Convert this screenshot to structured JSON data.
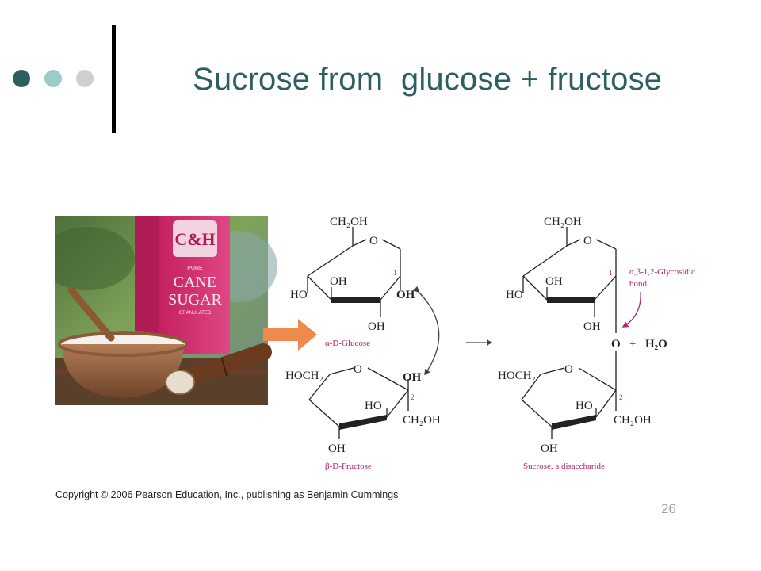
{
  "slide": {
    "title": "Sucrose from  glucose + fructose",
    "slide_number": "26",
    "copyright": "Copyright © 2006 Pearson Education, Inc., publishing as Benjamin Cummings",
    "accent_color": "#2e5f60",
    "decor_colors": [
      "#2e5f60",
      "#9dcaca",
      "#cfcfcf"
    ]
  },
  "photo": {
    "box_logo": "C&H",
    "box_small": "PURE",
    "box_line1": "CANE",
    "box_line2": "SUGAR",
    "box_small2": "GRANULATED"
  },
  "glucose": {
    "ch2oh": "CH₂OH",
    "ring_o": "O",
    "oh_ring": "OH",
    "ho_left": "HO",
    "oh_anomeric": "OH",
    "oh_bottom": "OH",
    "carbon_num": "1",
    "name": "α-D-Glucose"
  },
  "fructose": {
    "hoch2": "HOCH₂",
    "ring_o": "O",
    "oh_top": "OH",
    "ho_ring": "HO",
    "ch2oh": "CH₂OH",
    "oh_bottom": "OH",
    "carbon_num": "2",
    "name": "β-D-Fructose"
  },
  "sucrose": {
    "ch2oh": "CH₂OH",
    "ring_o_top": "O",
    "oh_ring": "OH",
    "ho_left": "HO",
    "oh_bottom_top": "OH",
    "carbon_num_1": "1",
    "bridge_o": "O",
    "plus": "+",
    "water": "H₂O",
    "hoch2": "HOCH₂",
    "ring_o_bottom": "O",
    "ho_ring": "HO",
    "ch2oh_bottom": "CH₂OH",
    "oh_bottom": "OH",
    "carbon_num_2": "2",
    "bond_label_1": "α,β-1,2-Glycosidic",
    "bond_label_2": "bond",
    "name": "Sucrose, a disaccharide"
  }
}
